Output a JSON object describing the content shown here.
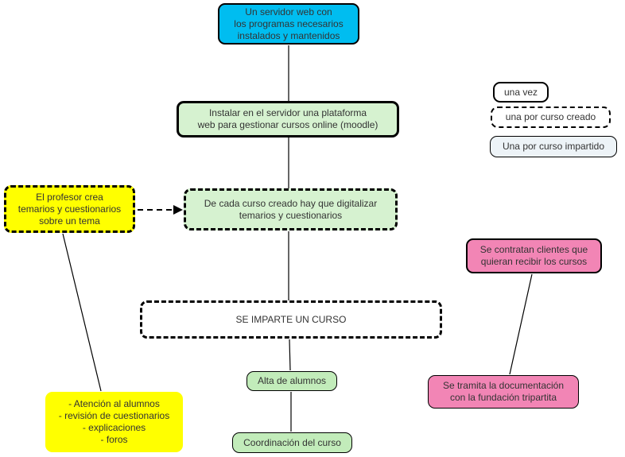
{
  "diagram": {
    "nodes": {
      "servidor_web": {
        "label": "Un servidor web con\nlos programas necesarios\ninstalados y mantenidos",
        "color": "#00bdf0"
      },
      "instalar_plataforma": {
        "label": "Instalar en el servidor una plataforma\nweb para gestionar cursos online (moodle)",
        "color": "#d6f2d0"
      },
      "profesor_crea": {
        "label": "El profesor crea\ntemarios y cuestionarios\nsobre un tema",
        "color": "#ffff00"
      },
      "digitalizar": {
        "label": "De cada curso creado hay que digitalizar\ntemarios y cuestionarios",
        "color": "#d6f2d0"
      },
      "contratan_clientes": {
        "label": "Se contratan clientes que\nquieran recibir los cursos",
        "color": "#f285b5"
      },
      "imparte_curso": {
        "label": "SE IMPARTE UN CURSO",
        "color": "#ffffff"
      },
      "alta_alumnos": {
        "label": "Alta de alumnos",
        "color": "#c2ecba"
      },
      "tramita_documentacion": {
        "label": "Se tramita la documentación\ncon la fundación tripartita",
        "color": "#f285b5"
      },
      "atencion_alumnos": {
        "label": "- Atención al alumnos\n- revisión de cuestionarios\n- explicaciones\n- foros",
        "color": "#ffff00"
      },
      "coordinacion_curso": {
        "label": "Coordinación del curso",
        "color": "#c2ecba"
      }
    },
    "legend": {
      "una_vez": {
        "label": "una vez"
      },
      "una_por_curso_creado": {
        "label": "una por curso creado"
      },
      "una_por_curso_impartido": {
        "label": "Una por curso impartido"
      }
    },
    "edges": [
      {
        "from": "servidor_web",
        "to": "instalar_plataforma",
        "style": "solid"
      },
      {
        "from": "instalar_plataforma",
        "to": "digitalizar",
        "style": "solid"
      },
      {
        "from": "profesor_crea",
        "to": "digitalizar",
        "style": "dashed-arrow"
      },
      {
        "from": "digitalizar",
        "to": "imparte_curso",
        "style": "solid"
      },
      {
        "from": "imparte_curso",
        "to": "alta_alumnos",
        "style": "solid"
      },
      {
        "from": "alta_alumnos",
        "to": "coordinacion_curso",
        "style": "solid"
      },
      {
        "from": "profesor_crea",
        "to": "atencion_alumnos",
        "style": "solid"
      },
      {
        "from": "contratan_clientes",
        "to": "tramita_documentacion",
        "style": "solid"
      }
    ]
  }
}
